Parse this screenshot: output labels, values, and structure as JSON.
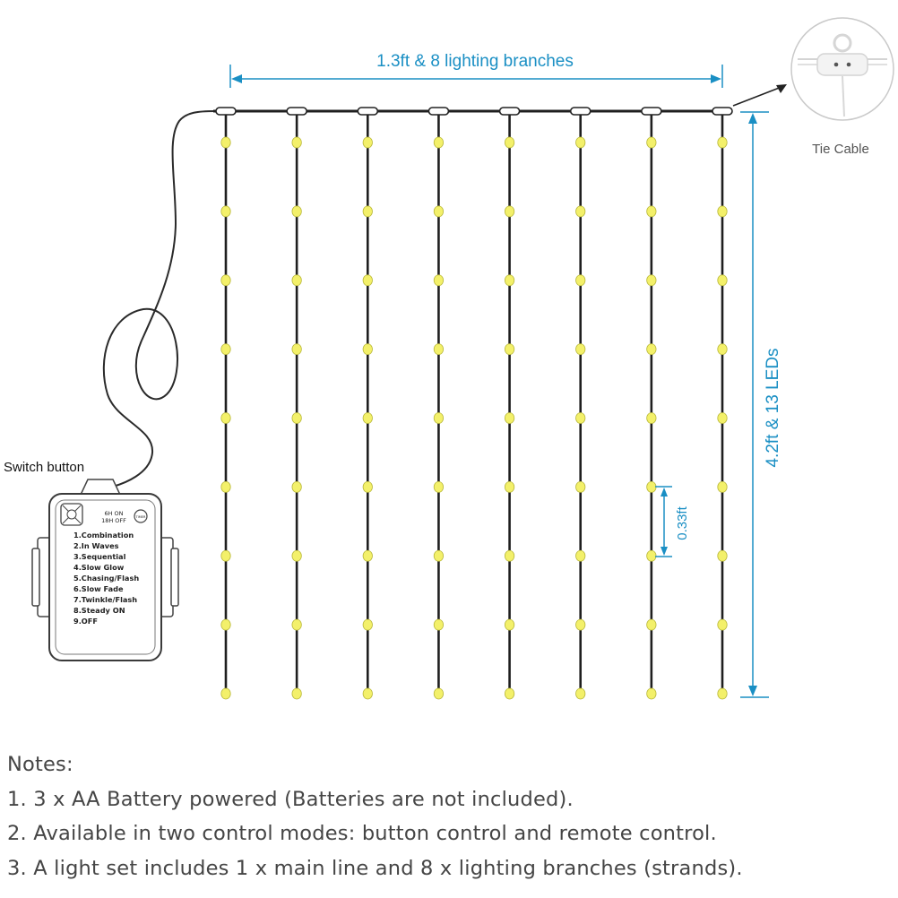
{
  "labels": {
    "width": "1.3ft & 8 lighting branches",
    "height": "4.2ft & 13 LEDs",
    "spacing": "0.33ft",
    "tie_cable": "Tie Cable",
    "switch_button": "Switch button"
  },
  "battery_box": {
    "timer_on": "6H ON",
    "timer_off": "18H OFF",
    "timer_button": "TIMER",
    "modes": [
      "1.Combination",
      "2.In Waves",
      "3.Sequential",
      "4.Slow Glow",
      "5.Chasing/Flash",
      "6.Slow Fade",
      "7.Twinkle/Flash",
      "8.Steady ON",
      "9.OFF"
    ]
  },
  "product": {
    "branches": 8,
    "leds_per_branch": 13
  },
  "notes": {
    "title": "Notes:",
    "items": [
      "1. 3 x AA Battery powered (Batteries are not included).",
      "2. Available in two control modes: button control and remote control.",
      "3. A light set includes 1 x main line and 8 x lighting branches (strands)."
    ]
  },
  "colors": {
    "dimension": "#1a8fc4",
    "led": "#f3f06a",
    "led_stroke": "#b9b83a",
    "wire": "#1f1f1f"
  }
}
